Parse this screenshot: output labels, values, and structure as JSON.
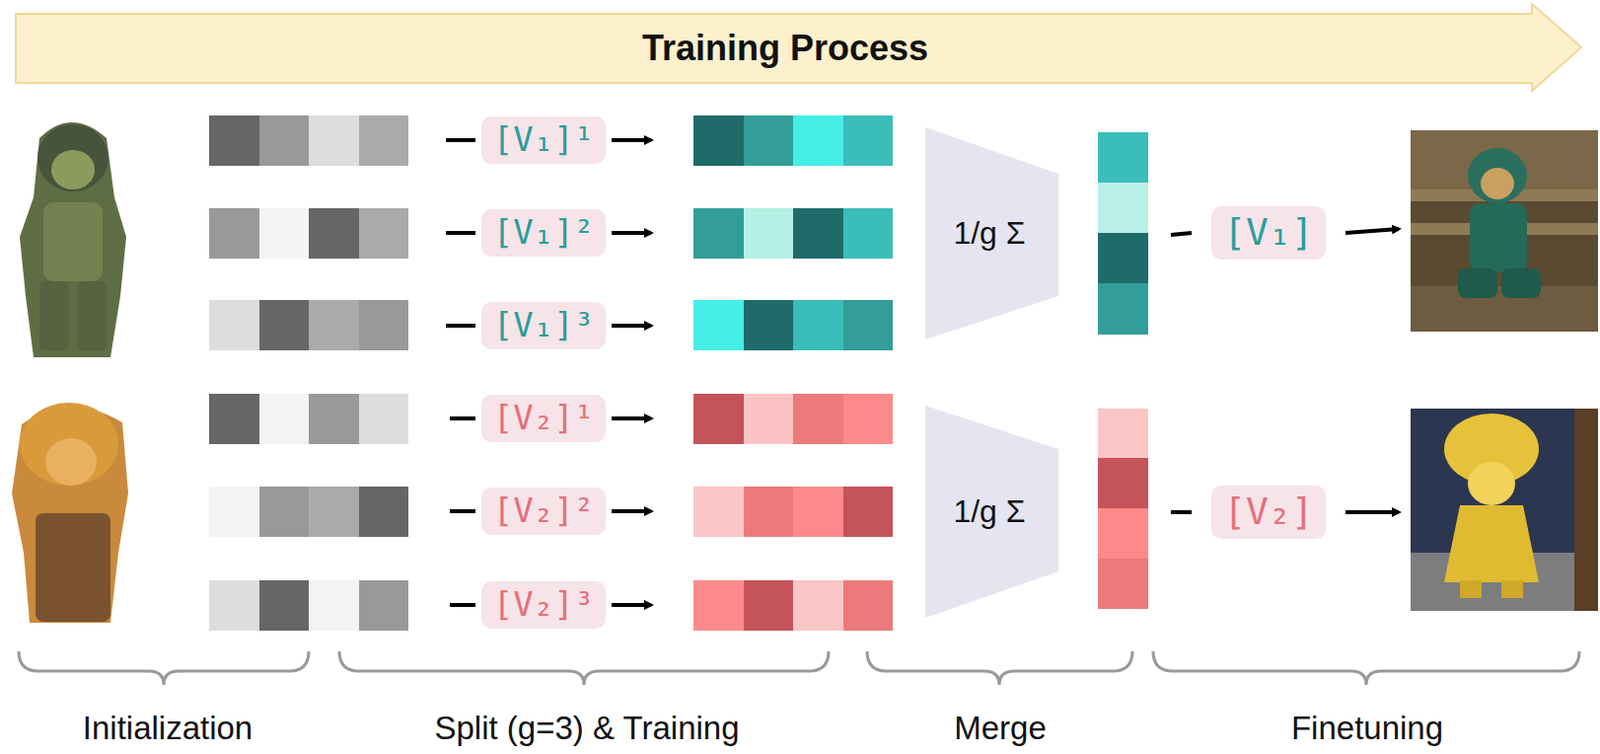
{
  "diagram": {
    "title": "Training Process",
    "nodes": [
      {
        "text": [
          "[V₁]¹"
        ]
      },
      {
        "text": [
          "[V₁]²"
        ]
      },
      {
        "text": [
          "[V₁]³"
        ]
      },
      {
        "text": [
          "1/g Σ"
        ]
      },
      {
        "text": [
          "[V₁]"
        ]
      },
      {
        "text": [
          "[V₂]¹"
        ]
      },
      {
        "text": [
          "[V₂]²"
        ]
      },
      {
        "text": [
          "[V₂]³"
        ]
      },
      {
        "text": [
          "1/g Σ"
        ]
      },
      {
        "text": [
          "[V₂]"
        ]
      }
    ],
    "labels": [
      "Initialization",
      "Split (g=3) & Training",
      "Merge",
      "Finetuning"
    ]
  }
}
